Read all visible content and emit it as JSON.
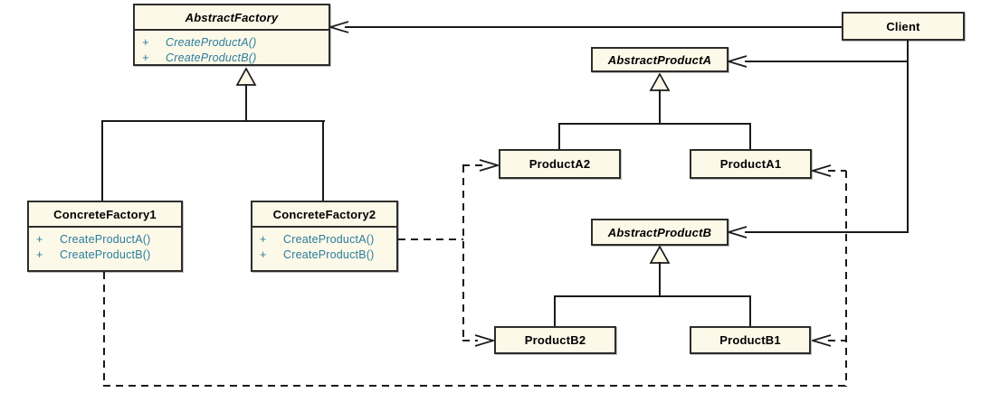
{
  "colors": {
    "node_fill": "#FDF9E8",
    "node_border": "#2E2D2B",
    "method_text": "#2B7C9E",
    "title_text": "#000000",
    "line": "#1A1A1A",
    "background": "#FFFFFF"
  },
  "classes": {
    "abstract_factory": {
      "name": "AbstractFactory",
      "abstract": true,
      "methods": [
        {
          "visibility": "+",
          "signature": "CreateProductA()"
        },
        {
          "visibility": "+",
          "signature": "CreateProductB()"
        }
      ]
    },
    "concrete_factory_1": {
      "name": "ConcreteFactory1",
      "abstract": false,
      "methods": [
        {
          "visibility": "+",
          "signature": "CreateProductA()"
        },
        {
          "visibility": "+",
          "signature": "CreateProductB()"
        }
      ]
    },
    "concrete_factory_2": {
      "name": "ConcreteFactory2",
      "abstract": false,
      "methods": [
        {
          "visibility": "+",
          "signature": "CreateProductA()"
        },
        {
          "visibility": "+",
          "signature": "CreateProductB()"
        }
      ]
    },
    "client": {
      "name": "Client",
      "abstract": false
    },
    "abstract_product_a": {
      "name": "AbstractProductA",
      "abstract": true
    },
    "product_a2": {
      "name": "ProductA2",
      "abstract": false
    },
    "product_a1": {
      "name": "ProductA1",
      "abstract": false
    },
    "abstract_product_b": {
      "name": "AbstractProductB",
      "abstract": true
    },
    "product_b2": {
      "name": "ProductB2",
      "abstract": false
    },
    "product_b1": {
      "name": "ProductB1",
      "abstract": false
    }
  },
  "relationships": [
    {
      "from": "Client",
      "to": "AbstractFactory",
      "type": "association",
      "arrow": "open",
      "style": "solid"
    },
    {
      "from": "Client",
      "to": "AbstractProductA",
      "type": "association",
      "arrow": "open",
      "style": "solid"
    },
    {
      "from": "Client",
      "to": "AbstractProductB",
      "type": "association",
      "arrow": "open",
      "style": "solid"
    },
    {
      "from": "ConcreteFactory1",
      "to": "AbstractFactory",
      "type": "generalization",
      "arrow": "hollow-triangle",
      "style": "solid"
    },
    {
      "from": "ConcreteFactory2",
      "to": "AbstractFactory",
      "type": "generalization",
      "arrow": "hollow-triangle",
      "style": "solid"
    },
    {
      "from": "ProductA2",
      "to": "AbstractProductA",
      "type": "generalization",
      "arrow": "hollow-triangle",
      "style": "solid"
    },
    {
      "from": "ProductA1",
      "to": "AbstractProductA",
      "type": "generalization",
      "arrow": "hollow-triangle",
      "style": "solid"
    },
    {
      "from": "ProductB2",
      "to": "AbstractProductB",
      "type": "generalization",
      "arrow": "hollow-triangle",
      "style": "solid"
    },
    {
      "from": "ProductB1",
      "to": "AbstractProductB",
      "type": "generalization",
      "arrow": "hollow-triangle",
      "style": "solid"
    },
    {
      "from": "ConcreteFactory2",
      "to": "ProductA2",
      "type": "dependency",
      "arrow": "open",
      "style": "dashed"
    },
    {
      "from": "ConcreteFactory2",
      "to": "ProductB2",
      "type": "dependency",
      "arrow": "open",
      "style": "dashed"
    },
    {
      "from": "ConcreteFactory1",
      "to": "ProductA1",
      "type": "dependency",
      "arrow": "open",
      "style": "dashed"
    },
    {
      "from": "ConcreteFactory1",
      "to": "ProductB1",
      "type": "dependency",
      "arrow": "open",
      "style": "dashed"
    }
  ]
}
